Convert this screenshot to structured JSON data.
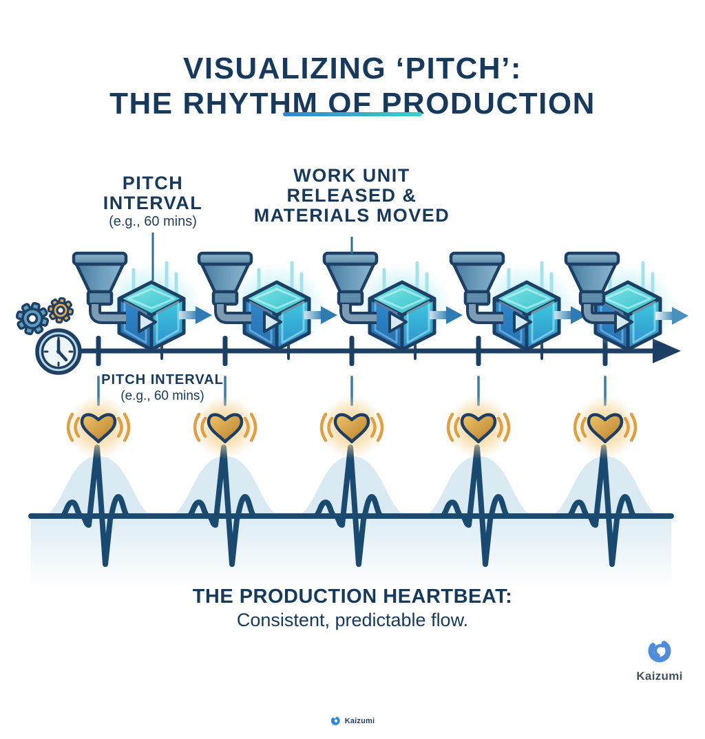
{
  "title": {
    "line1": "VISUALIZING ‘PITCH’:",
    "line2": "THE RHYTHM OF PRODUCTION"
  },
  "labels": {
    "pitch_top": {
      "line1": "PITCH",
      "line2": "INTERVAL",
      "note": "(e.g., 60 mins)"
    },
    "work_unit": {
      "line1": "WORK UNIT",
      "line2": "RELEASED &",
      "line3": "MATERIALS MOVED"
    },
    "pitch_timeline": {
      "label": "PITCH INTERVAL",
      "note": "(e.g., 60 mins)"
    }
  },
  "footer": {
    "heading": "THE PRODUCTION HEARTBEAT:",
    "subheading": "Consistent, predictable flow."
  },
  "branding": {
    "logo_text": "Kaizumi",
    "watermark_text": "Kaizumi"
  },
  "diagram": {
    "station_count": 5,
    "heartbeat_count": 5,
    "icons": [
      "gear-icon",
      "clock-icon",
      "funnel-icon",
      "work-unit-cube-icon",
      "flow-arrow-icon",
      "timeline-arrow",
      "heart-icon",
      "heartbeat-wave"
    ]
  },
  "colors": {
    "navy_text": "#17395c",
    "underline_start": "#2e86c8",
    "underline_end": "#3ed0c8",
    "timeline": "#1d3f63",
    "funnel_steel": "#5e8cab",
    "cube_teal": "#3cc4cf",
    "cube_blue": "#2b84c6",
    "flow_arrow": "#2f7cb4",
    "heart_gold": "#d79a3d",
    "heart_arc": "#df9f45",
    "ekg_line": "#1b4a70",
    "ekg_hump": "#d9eaf2",
    "leader_steel": "#3f7ea8",
    "gear_blue": "#5b9cc0",
    "gear_orange": "#e4a954",
    "logo_blue": "#4f8cd9"
  }
}
